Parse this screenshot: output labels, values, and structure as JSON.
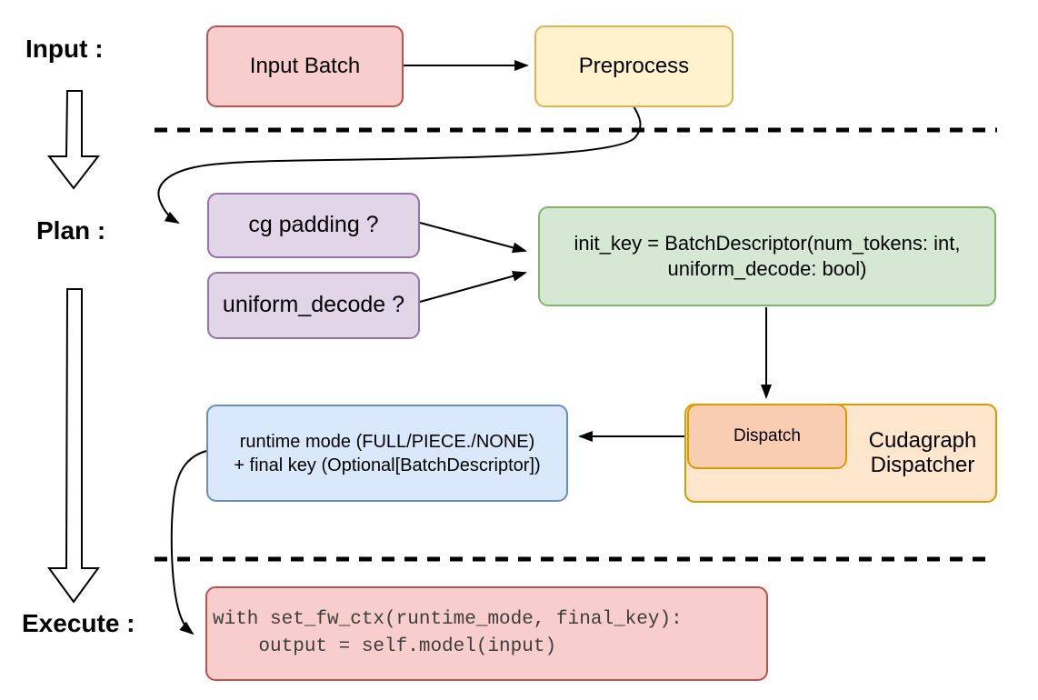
{
  "stages": {
    "input_label": "Input :",
    "plan_label": "Plan :",
    "execute_label": "Execute :"
  },
  "nodes": {
    "input_batch": "Input Batch",
    "preprocess": "Preprocess",
    "cg_padding": "cg padding ?",
    "uniform_decode": "uniform_decode ?",
    "init_key_line1": "init_key = BatchDescriptor(num_tokens: int,",
    "init_key_line2": "uniform_decode: bool)",
    "runtime_line1": "runtime mode (FULL/PIECE./NONE)",
    "runtime_line2": "+ final key (Optional[BatchDescriptor])",
    "dispatch": "Dispatch",
    "cudagraph_line1": "Cudagraph",
    "cudagraph_line2": "Dispatcher",
    "code_line1": "with set_fw_ctx(runtime_mode, final_key):",
    "code_line2": "    output = self.model(input)"
  },
  "colors": {
    "pink_fill": "#F8CECC",
    "pink_stroke": "#B85450",
    "yellow_fill": "#FFF2CC",
    "yellow_stroke": "#D6B656",
    "purple_fill": "#E1D5E7",
    "purple_stroke": "#9673A6",
    "green_fill": "#D5E8D4",
    "green_stroke": "#82B366",
    "blue_fill": "#DAE8FC",
    "blue_stroke": "#6C8EBF",
    "orange_fill": "#FFE6CC",
    "orange_stroke": "#D79B00",
    "peach_fill": "#F9CDB2",
    "arrow_color": "#000000"
  }
}
